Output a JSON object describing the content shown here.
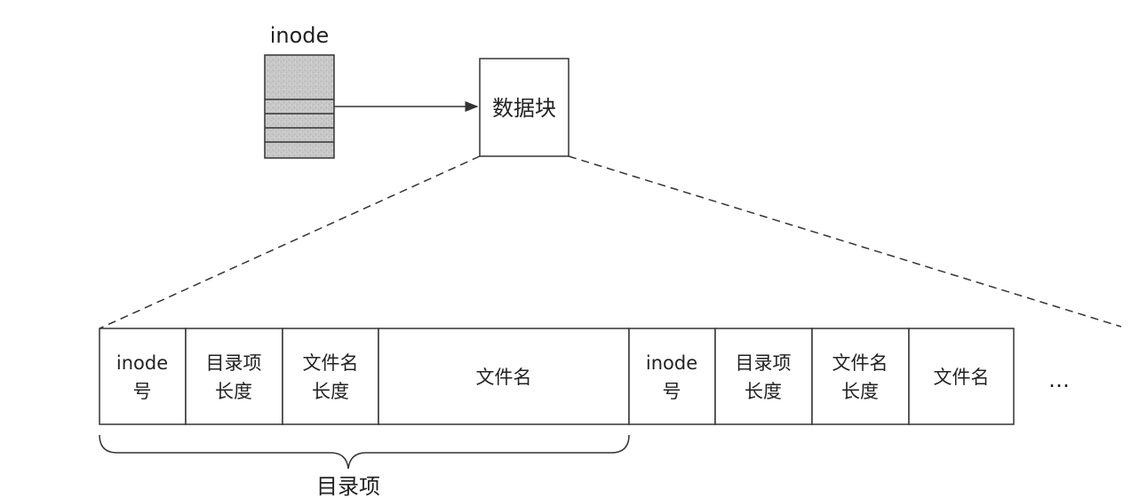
{
  "inode": {
    "title": "inode"
  },
  "data_block": {
    "label": "数据块"
  },
  "entries": [
    {
      "inode_no": [
        "inode",
        "号"
      ],
      "rec_len": [
        "目录项",
        "长度"
      ],
      "name_len": [
        "文件名",
        "长度"
      ],
      "name": "文件名"
    },
    {
      "inode_no": [
        "inode",
        "号"
      ],
      "rec_len": [
        "目录项",
        "长度"
      ],
      "name_len": [
        "文件名",
        "长度"
      ],
      "name": "文件名"
    }
  ],
  "ellipsis": "…",
  "brace": {
    "label": "目录项"
  },
  "colors": {
    "stroke": "#333333",
    "inode_fill": "#c8c8c8",
    "text": "#222222"
  }
}
